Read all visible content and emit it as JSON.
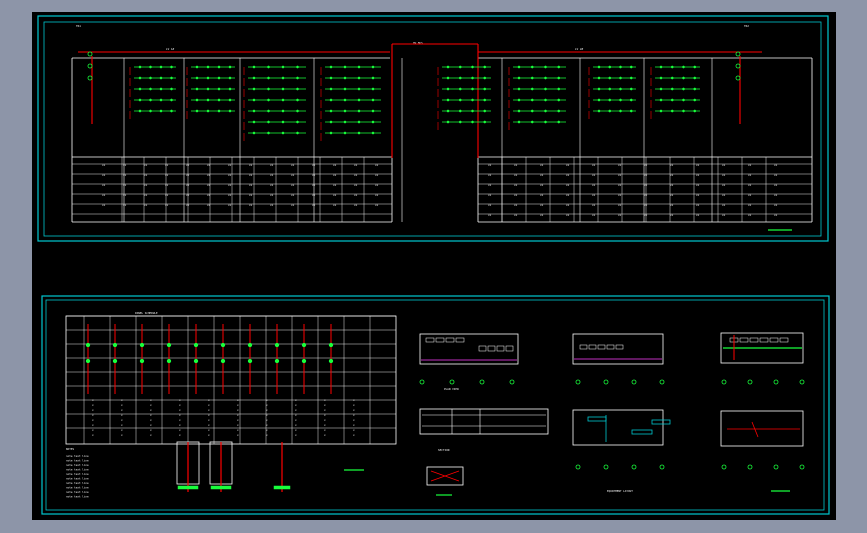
{
  "viewer": {
    "background": "#8d95a8",
    "canvas": "#000000",
    "frame_cyan": "#00c8d0",
    "line_white": "#ffffff",
    "line_red": "#ff0000",
    "line_green": "#18ff3c",
    "line_magenta": "#ff40ff"
  },
  "sheet_top": {
    "bus_label": "HV BUS",
    "left_group_label": "LV 1#",
    "right_group_label": "LV 2#",
    "left_side_label": "TR1",
    "right_side_label": "TR2"
  },
  "sheet_bottom_left": {
    "table_title": "PANEL SCHEDULE",
    "notes_title": "NOTES"
  },
  "sheet_bottom_right": {
    "plan_title": "PLAN VIEW",
    "section_title": "SECTION",
    "layout_title": "EQUIPMENT LAYOUT"
  }
}
